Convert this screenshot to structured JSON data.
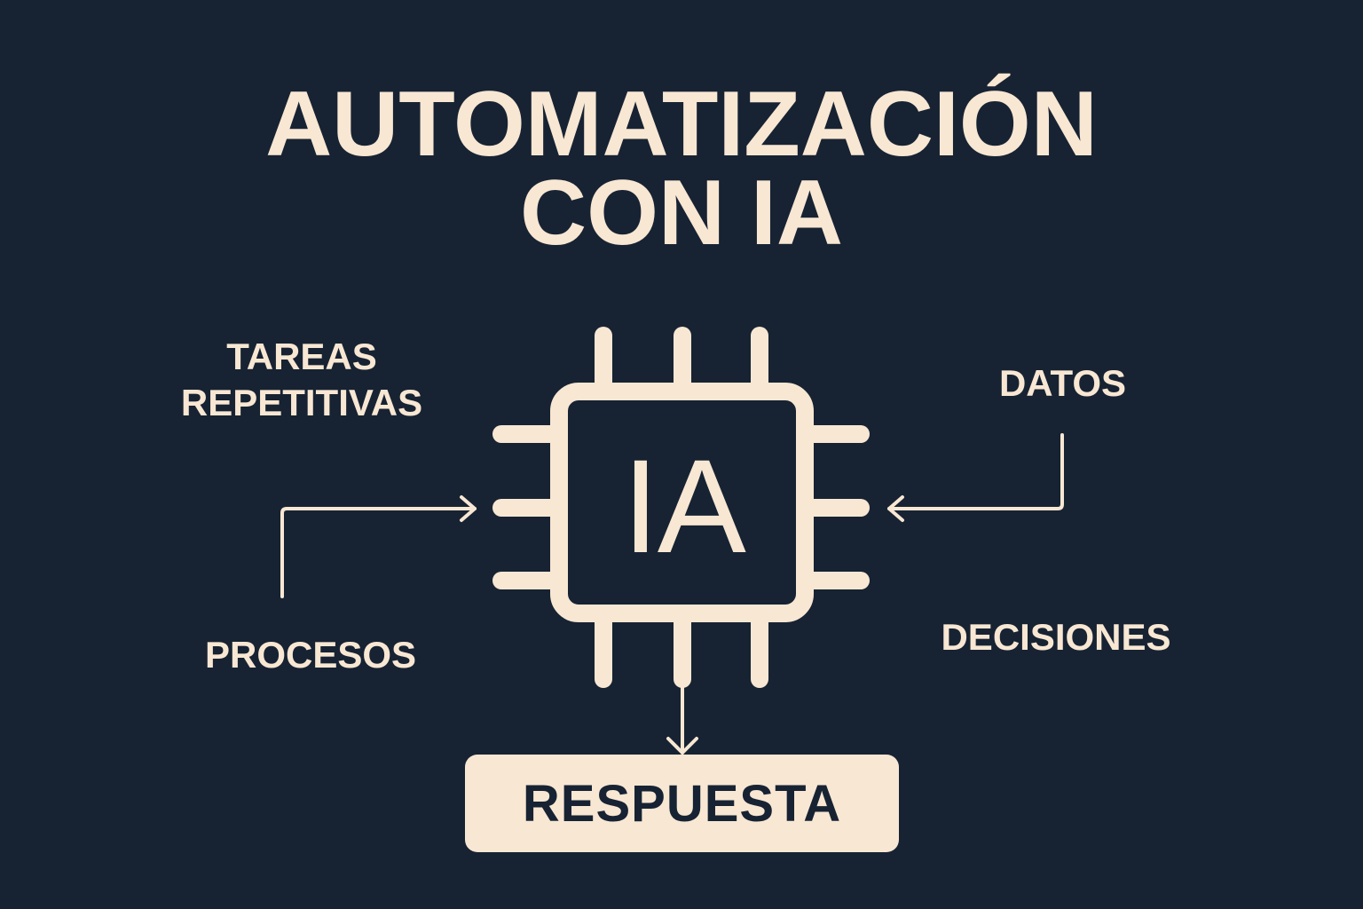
{
  "title": {
    "line1": "AUTOMATIZACIÓN",
    "line2": "CON IA"
  },
  "chip": {
    "label": "IA",
    "icon": "processor-chip-icon"
  },
  "labels": {
    "tareas_line1": "TAREAS",
    "tareas_line2": "REPETITIVAS",
    "procesos": "PROCESOS",
    "datos": "DATOS",
    "decisiones": "DECISIONES"
  },
  "output": {
    "label": "RESPUESTA"
  },
  "arrows": [
    {
      "name": "procesos-to-ia",
      "direction": "right"
    },
    {
      "name": "datos-to-ia",
      "direction": "left"
    },
    {
      "name": "ia-to-respuesta",
      "direction": "down"
    }
  ],
  "colors": {
    "background": "#172333",
    "foreground": "#f8e7d3"
  }
}
